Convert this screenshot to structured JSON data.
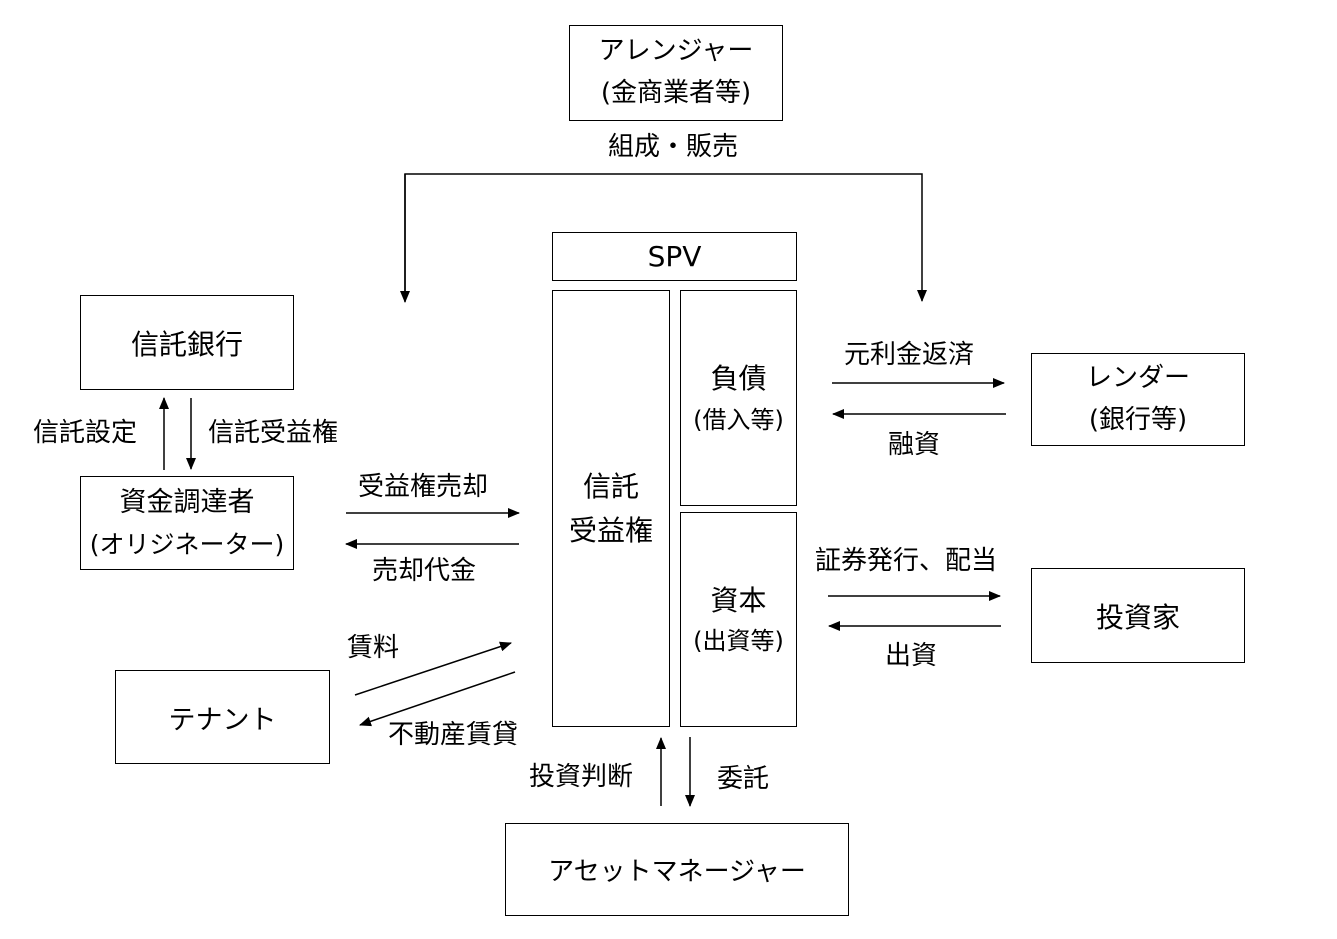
{
  "nodes": {
    "arranger": {
      "line1": "アレンジャー",
      "line2": "(金商業者等)"
    },
    "spv": {
      "label": "SPV"
    },
    "trust_bank": {
      "label": "信託銀行"
    },
    "originator": {
      "line1": "資金調達者",
      "line2": "(オリジネーター)"
    },
    "tenant": {
      "label": "テナント"
    },
    "trust_beneficiary": {
      "line1": "信託",
      "line2": "受益権"
    },
    "liability": {
      "line1": "負債",
      "line2": "(借入等)"
    },
    "capital": {
      "line1": "資本",
      "line2": "(出資等)"
    },
    "lender": {
      "line1": "レンダー",
      "line2": "(銀行等)"
    },
    "investor": {
      "label": "投資家"
    },
    "asset_manager": {
      "label": "アセットマネージャー"
    }
  },
  "edges": {
    "structuring_sales": "組成・販売",
    "trust_setting": "信託設定",
    "trust_beneficiary_right": "信託受益権",
    "sale_of_beneficiary_right": "受益権売却",
    "sale_proceeds": "売却代金",
    "rent": "賃料",
    "real_estate_lease": "不動産賃貸",
    "principal_interest_repayment": "元利金返済",
    "financing": "融資",
    "securities_issue_dividend": "証券発行、配当",
    "investment": "出資",
    "investment_decision": "投資判断",
    "entrustment": "委託"
  }
}
